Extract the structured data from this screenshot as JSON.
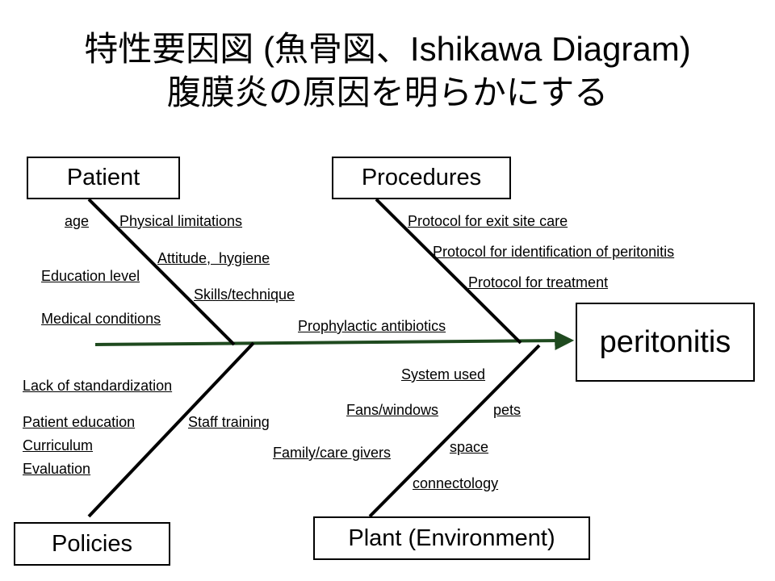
{
  "title": {
    "line1": "特性要因図 (魚骨図、Ishikawa Diagram)",
    "line2": "腹膜炎の原因を明らかにする"
  },
  "effect": "peritonitis",
  "colors": {
    "spine": "#1f4a1f",
    "bones": "#000000"
  },
  "categories": {
    "patient": {
      "label": "Patient",
      "causes": [
        "age",
        "Physical limitations",
        "Attitude,  hygiene",
        "Education level",
        "Skills/technique",
        "Medical conditions"
      ]
    },
    "procedures": {
      "label": "Procedures",
      "causes": [
        "Protocol for exit site care",
        "Protocol for identification of peritonitis",
        "Protocol for treatment",
        "Prophylactic antibiotics"
      ]
    },
    "policies": {
      "label": "Policies",
      "causes": [
        "Lack of standardization",
        "Patient education",
        "Staff training",
        "Curriculum",
        "Evaluation"
      ]
    },
    "plant": {
      "label": "Plant (Environment)",
      "causes": [
        "System used",
        "Fans/windows",
        "pets",
        "space",
        "Family/care givers",
        "connectology"
      ]
    }
  }
}
